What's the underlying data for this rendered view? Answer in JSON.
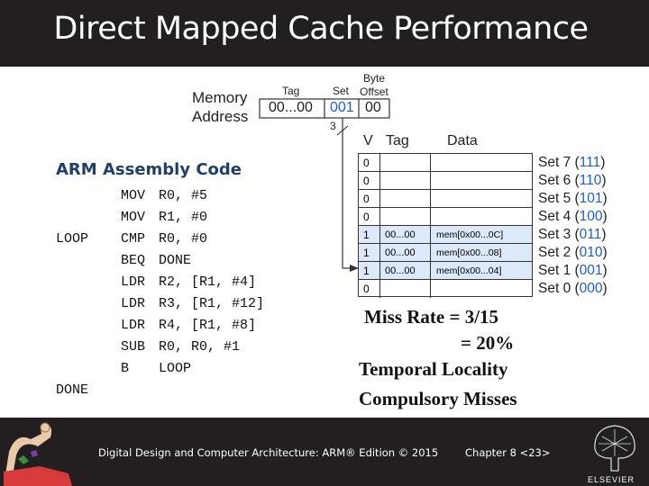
{
  "title": "Direct Mapped Cache Performance",
  "footer": {
    "left": "Digital Design and Computer Architecture: ARM® Edition © 2015",
    "right": "Chapter 8 <23>",
    "logo_text": "ELSEVIER"
  },
  "memory_address": {
    "label_line1": "Memory",
    "label_line2": "Address",
    "tag_label": "Tag",
    "set_label": "Set",
    "byte_offset_line1": "Byte",
    "byte_offset_line2": "Offset",
    "tag_value": "00...00",
    "set_value": "001",
    "offset_value": "00",
    "set_bits": "3"
  },
  "cache": {
    "v_header": "V",
    "tag_header": "Tag",
    "data_header": "Data",
    "rows": [
      {
        "v": "0",
        "tag": "",
        "data": "",
        "set": "Set 7 (",
        "bits": "111",
        "close": ")"
      },
      {
        "v": "0",
        "tag": "",
        "data": "",
        "set": "Set 6 (",
        "bits": "110",
        "close": ")"
      },
      {
        "v": "0",
        "tag": "",
        "data": "",
        "set": "Set 5 (",
        "bits": "101",
        "close": ")"
      },
      {
        "v": "0",
        "tag": "",
        "data": "",
        "set": "Set 4 (",
        "bits": "100",
        "close": ")"
      },
      {
        "v": "1",
        "tag": "00...00",
        "data": "mem[0x00...0C]",
        "set": "Set 3 (",
        "bits": "011",
        "close": ")"
      },
      {
        "v": "1",
        "tag": "00...00",
        "data": "mem[0x00...08]",
        "set": "Set 2 (",
        "bits": "010",
        "close": ")"
      },
      {
        "v": "1",
        "tag": "00...00",
        "data": "mem[0x00...04]",
        "set": "Set 1 (",
        "bits": "001",
        "close": ")"
      },
      {
        "v": "0",
        "tag": "",
        "data": "",
        "set": "Set 0 (",
        "bits": "000",
        "close": ")"
      }
    ]
  },
  "assembly": {
    "heading": "ARM Assembly Code",
    "labels": [
      "",
      "",
      "LOOP",
      "",
      "",
      "",
      "",
      "",
      "",
      "DONE"
    ],
    "ops": [
      "MOV",
      "MOV",
      "CMP",
      "BEQ",
      "LDR",
      "LDR",
      "LDR",
      "SUB",
      "B",
      ""
    ],
    "args": [
      "R0, #5",
      "R1, #0",
      "R0, #0",
      "DONE",
      "R2, [R1, #4]",
      "R3, [R1, #12]",
      "R4, [R1, #8]",
      "R0, R0, #1",
      "LOOP",
      ""
    ]
  },
  "results": {
    "miss_rate": "Miss Rate = 3/15",
    "miss_rate_pct": "= 20%",
    "temporal": "Temporal Locality",
    "compulsory": "Compulsory Misses"
  },
  "colors": {
    "title_bg": "#231f20",
    "heading": "#1f3f6b",
    "set_bits": "#1a5fd0",
    "highlight_row": "#dbe9fb"
  }
}
